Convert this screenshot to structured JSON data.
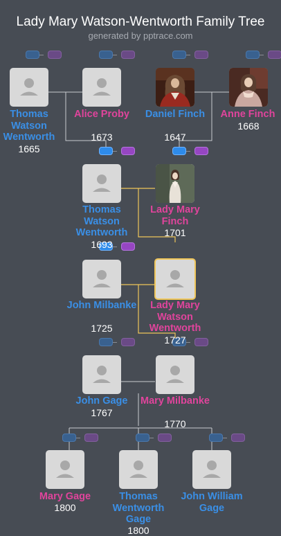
{
  "header": {
    "title": "Lady Mary Watson-Wentworth Family Tree",
    "subtitle": "generated by pptrace.com"
  },
  "people": {
    "thomas_ww_1665": {
      "name": "Thomas Watson Wentworth",
      "year": "1665"
    },
    "alice_proby": {
      "name": "Alice Proby",
      "year": "1673"
    },
    "daniel_finch": {
      "name": "Daniel Finch",
      "year": "1647"
    },
    "anne_finch": {
      "name": "Anne Finch",
      "year": "1668"
    },
    "thomas_ww_1693": {
      "name": "Thomas Watson Wentworth",
      "year": "1693"
    },
    "lady_mary_finch": {
      "name": "Lady Mary Finch",
      "year": "1701"
    },
    "john_milbanke": {
      "name": "John Milbanke",
      "year": "1725"
    },
    "lady_mary_ww": {
      "name": "Lady Mary Watson Wentworth",
      "year": "1727"
    },
    "john_gage": {
      "name": "John Gage",
      "year": "1767"
    },
    "mary_milbanke": {
      "name": "Mary Milbanke",
      "year": "1770"
    },
    "mary_gage": {
      "name": "Mary Gage",
      "year": "1800"
    },
    "thomas_wentworth_gage": {
      "name": "Thomas Wentworth Gage",
      "year": "1800"
    },
    "john_william_gage": {
      "name": "John William Gage",
      "year": ""
    }
  },
  "colors": {
    "male": "#3a8fe6",
    "female": "#e0449c",
    "highlight": "#f0c659",
    "background": "#474c54"
  },
  "icons": {
    "placeholder": "person-silhouette-icon",
    "expand_up": "expand-parents-icon",
    "expand_down": "expand-children-icon"
  }
}
